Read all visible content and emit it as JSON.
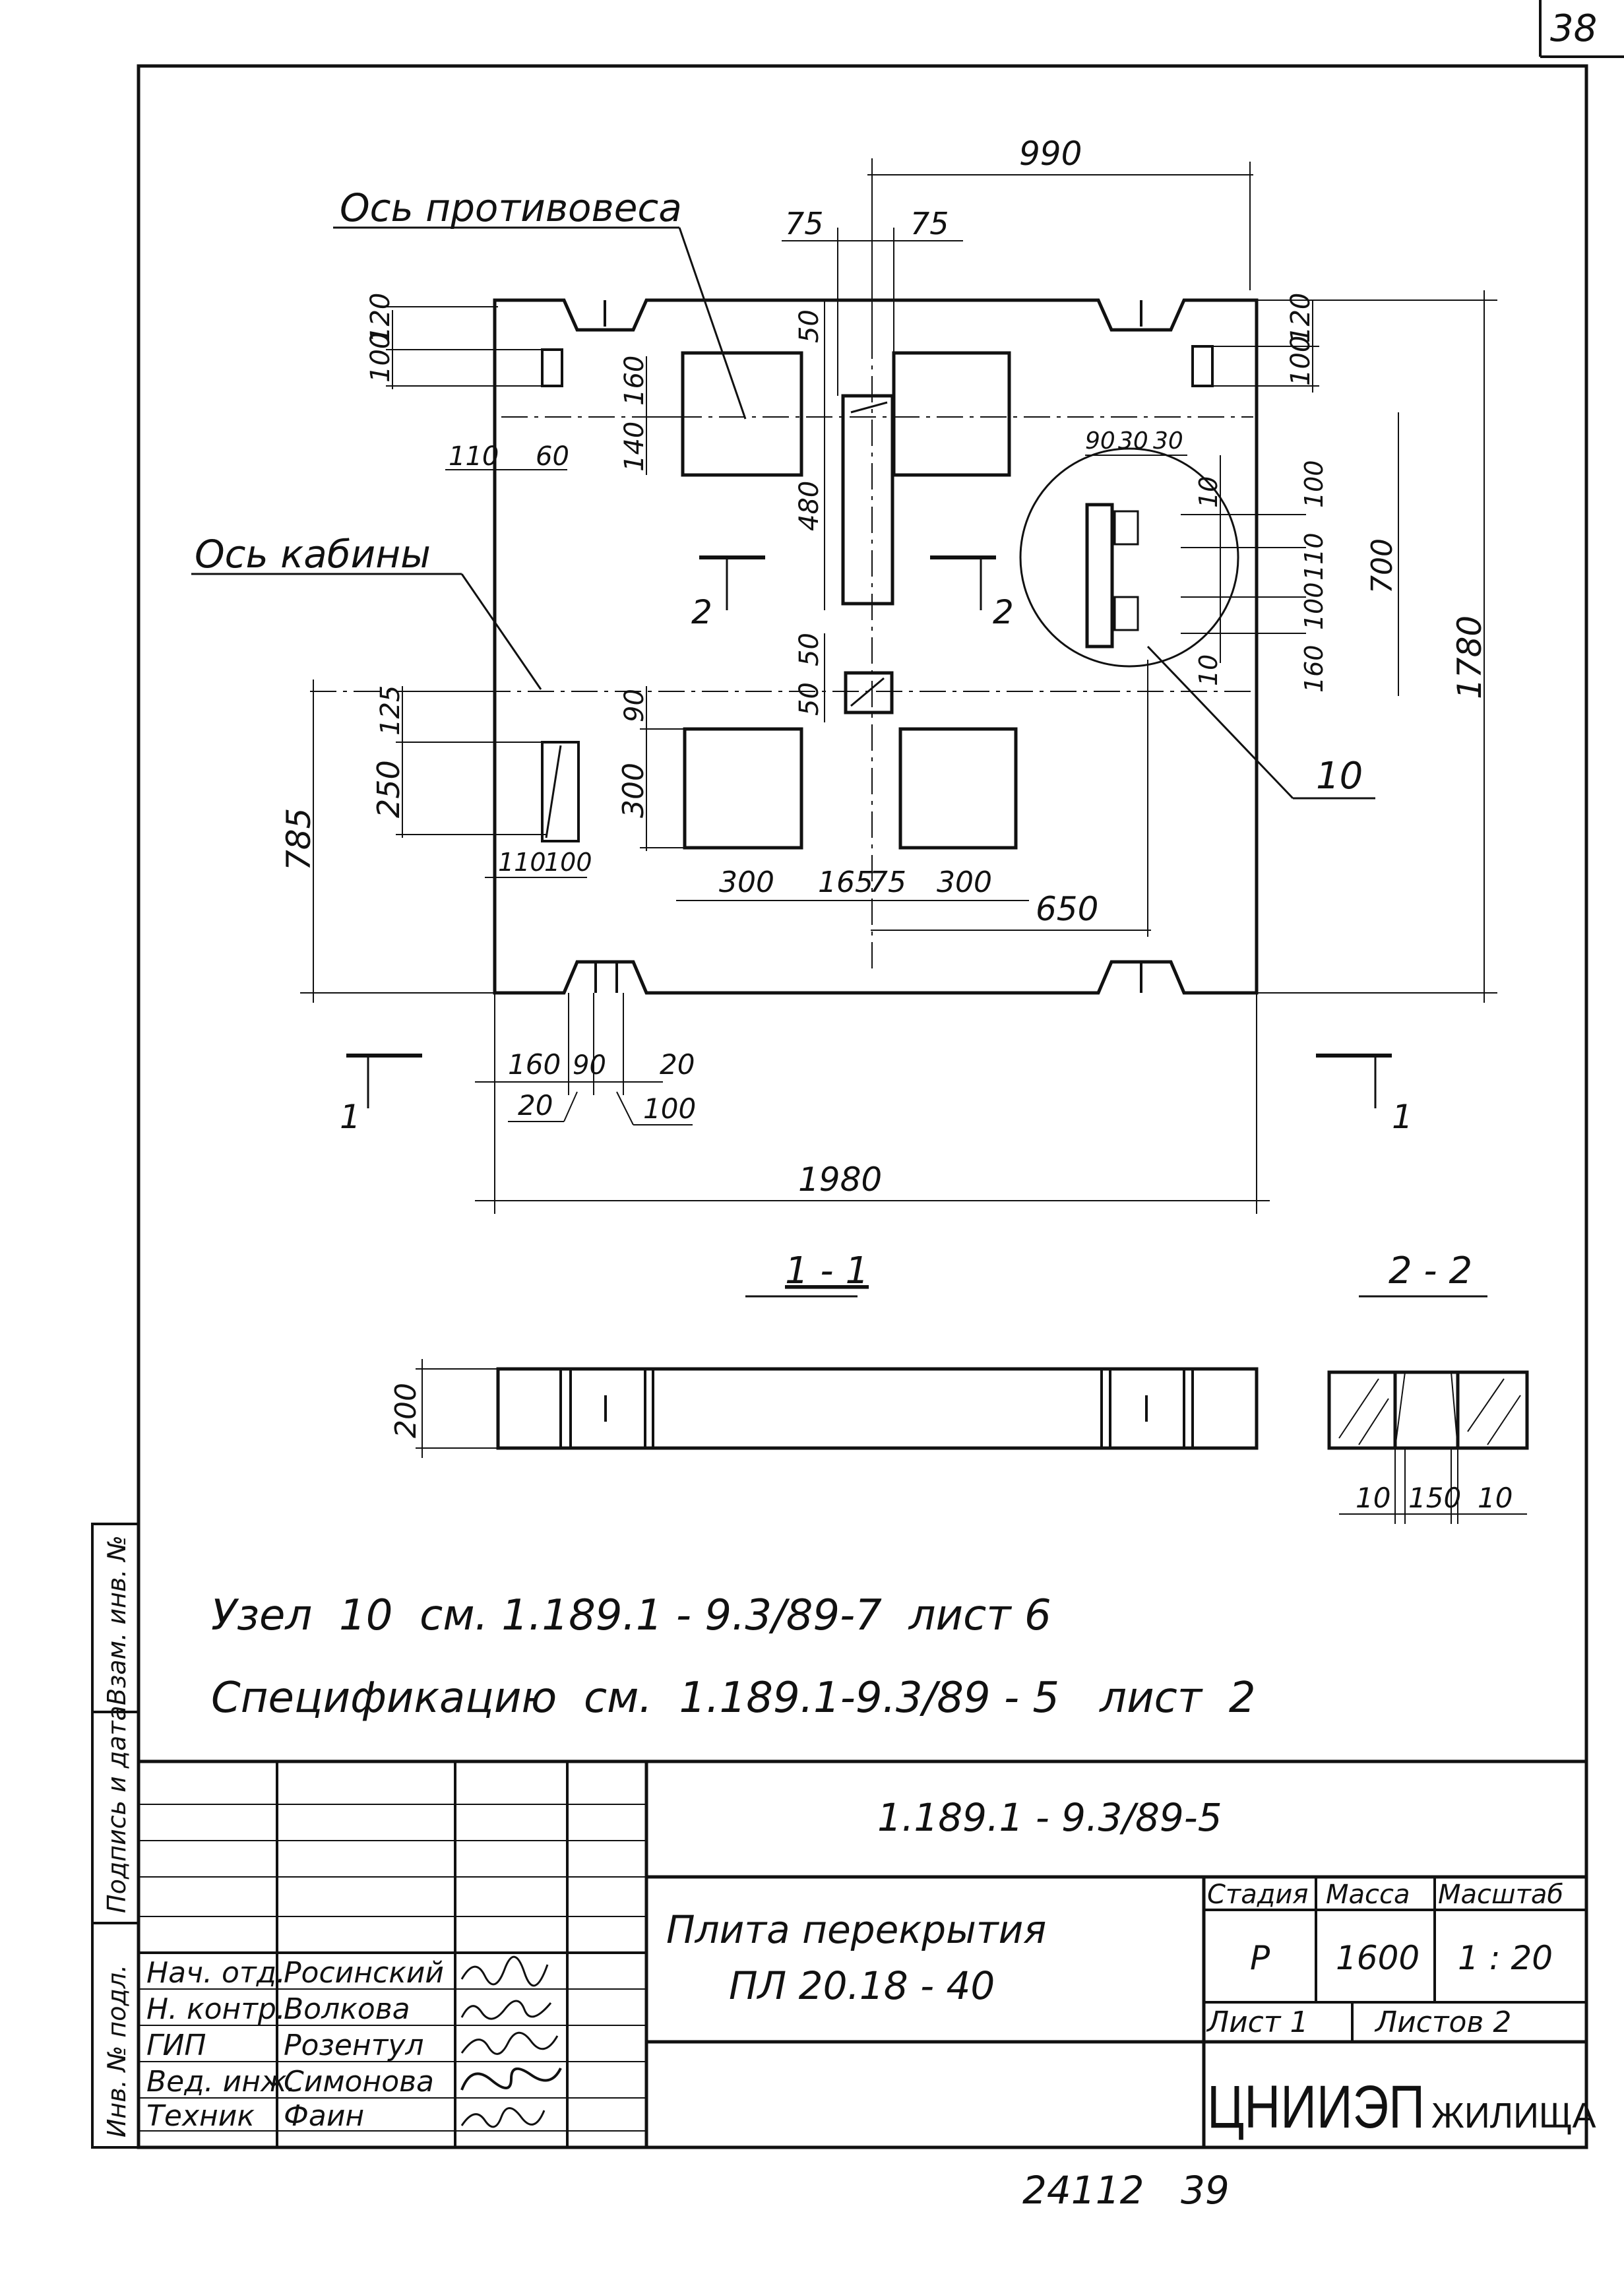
{
  "sheet": {
    "page_number": "38",
    "bottom_number": "24112",
    "bottom_page": "39"
  },
  "plan": {
    "axis_counterweight_label": "Ось противовеса",
    "axis_cabin_label": "Ось кабины",
    "node_callout": "10",
    "section_mark_1": "1",
    "section_mark_2": "2",
    "dims": {
      "d990": "990",
      "d75a": "75",
      "d75b": "75",
      "d120a": "120",
      "d100a": "100",
      "d110a": "110",
      "d60": "60",
      "d160a": "160",
      "d140": "140",
      "d50a": "50",
      "d480": "480",
      "d50b": "50",
      "d50c": "50",
      "d90a": "90",
      "d9030": "90",
      "d30a": "30",
      "d30b": "30",
      "d10a": "10",
      "d100b": "100",
      "d110b": "110",
      "d100c": "100",
      "d160b": "160",
      "d10b": "10",
      "d700": "700",
      "d120b": "120",
      "d100d": "100",
      "d1780": "1780",
      "d125": "125",
      "d250": "250",
      "d785": "785",
      "d300v": "300",
      "d110c": "110",
      "d100e": "100",
      "d300a": "300",
      "d165": "165",
      "d75c": "75",
      "d300b": "300",
      "d650": "650",
      "d160c": "160",
      "d90b": "90",
      "d20a": "20",
      "d20b": "20",
      "d100f": "100",
      "d1980": "1980"
    }
  },
  "sections": {
    "section_1_title": "1 - 1",
    "section_2_title": "2 - 2",
    "d200": "200",
    "d10a": "10",
    "d150": "150",
    "d10b": "10"
  },
  "notes": {
    "line1": "Узел  10  см. 1.189.1 - 9.3/89-7  лист 6",
    "line2": "Спецификацию  см.  1.189.1-9.3/89 - 5   лист  2"
  },
  "side_stamp": {
    "inv_podl": "Инв. № подл.",
    "podpis_data": "Подпись и дата",
    "vzam_inv": "Взам. инв. №"
  },
  "title_block": {
    "doc_code": "1.189.1 - 9.3/89-5",
    "product_name_line1": "Плита перекрытия",
    "product_name_line2": "ПЛ 20.18 - 40",
    "stage_label": "Стадия",
    "mass_label": "Масса",
    "scale_label": "Масштаб",
    "stage_value": "Р",
    "mass_value": "1600",
    "scale_value": "1 : 20",
    "sheet_label": "Лист 1",
    "sheets_label": "Листов 2",
    "org_logo": "ЦНИИЭП",
    "org_suffix": "ЖИЛИЩА",
    "staff": [
      {
        "role": "Нач. отд.",
        "name": "Росинский"
      },
      {
        "role": "Н. контр.",
        "name": "Волкова"
      },
      {
        "role": "ГИП",
        "name": "Розентул"
      },
      {
        "role": "Вед. инж.",
        "name": "Симонова"
      },
      {
        "role": "Техник",
        "name": "Фаин"
      }
    ]
  }
}
